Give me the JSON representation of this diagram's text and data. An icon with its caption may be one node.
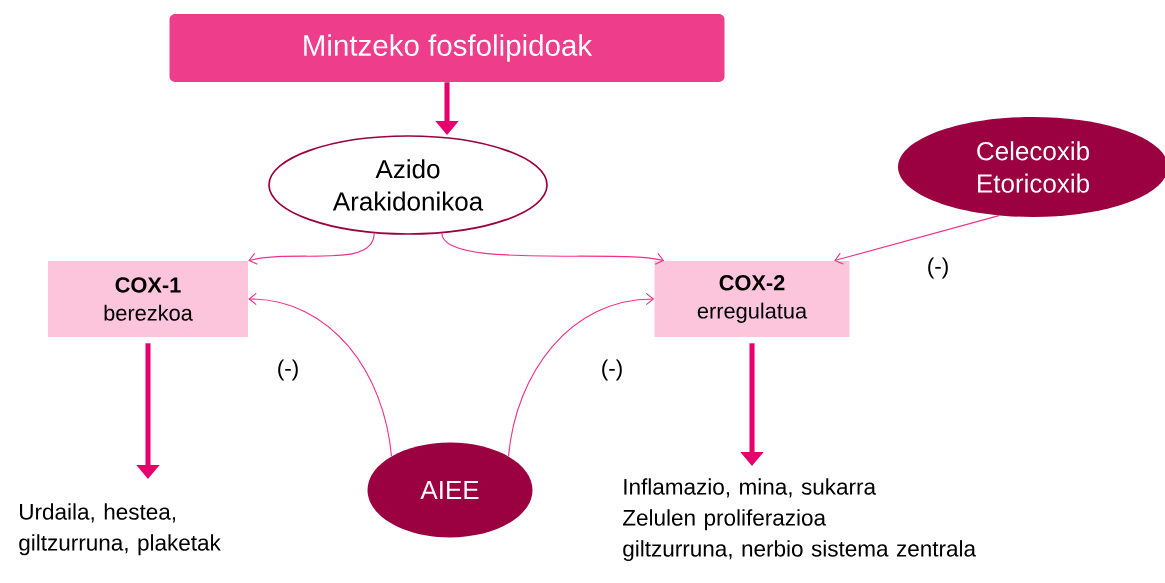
{
  "diagram": {
    "nodes": [
      {
        "text": [
          "Mintzeko fosfolipidoak"
        ]
      },
      {
        "text": [
          "Azido Arakidonikoa"
        ]
      },
      {
        "text": [
          "Celecoxib Etoricoxib"
        ]
      },
      {
        "text": [
          "COX-1",
          "berezkoa"
        ]
      },
      {
        "text": [
          "COX-2",
          "erregulatua"
        ]
      },
      {
        "text": [
          "AIEE"
        ]
      },
      {
        "text": [
          "Urdaila, hestea, giltzurruna, plaketak"
        ]
      },
      {
        "text": [
          "Inflamazio, mina, sukarra",
          "Zelulen proliferazioa",
          "giltzurruna, nerbio sistema zentrala"
        ]
      }
    ],
    "edges": [
      {
        "from": 0,
        "to": 1,
        "arrow": "to",
        "style": "thick"
      },
      {
        "from": 1,
        "to": 3,
        "arrow": "to"
      },
      {
        "from": 1,
        "to": 4,
        "arrow": "to"
      },
      {
        "from": 2,
        "to": 4,
        "arrow": "to",
        "label": "(-)"
      },
      {
        "from": 5,
        "to": 3,
        "arrow": "to",
        "label": "(-)"
      },
      {
        "from": 5,
        "to": 4,
        "arrow": "to",
        "label": "(-)"
      },
      {
        "from": 3,
        "to": 6,
        "arrow": "to",
        "style": "thick"
      },
      {
        "from": 4,
        "to": 7,
        "arrow": "to",
        "style": "thick"
      }
    ]
  }
}
